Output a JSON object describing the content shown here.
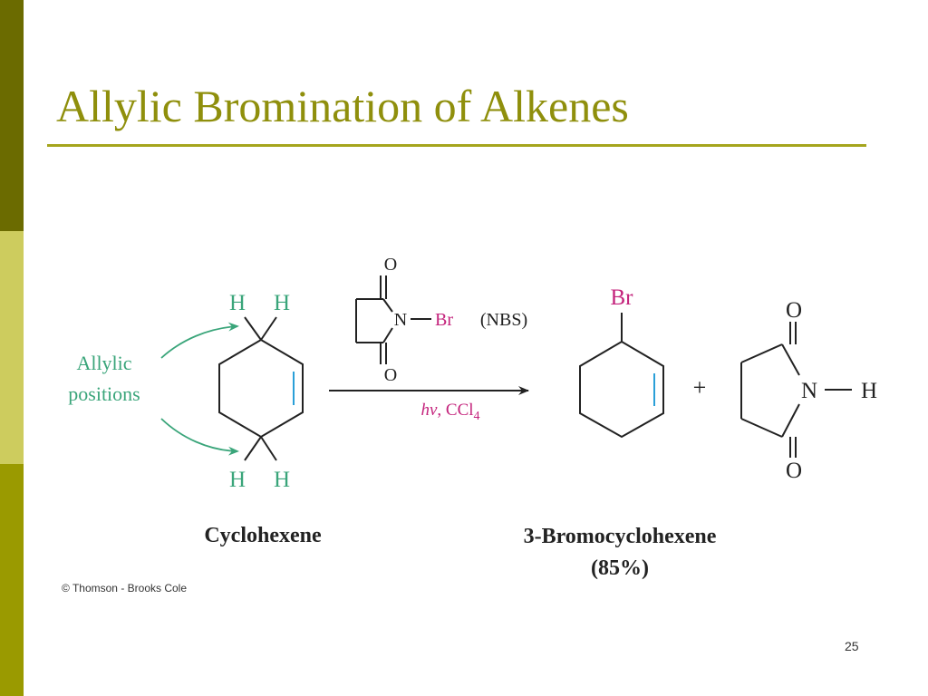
{
  "slide": {
    "title": "Allylic Bromination of Alkenes",
    "number": "25"
  },
  "diagram": {
    "reactant": {
      "name": "Cyclohexene",
      "h_atom": "H",
      "annotation_line1": "Allylic",
      "annotation_line2": "positions"
    },
    "reagent": {
      "oxygen": "O",
      "nitrogen": "N",
      "bromine": "Br",
      "label": "(NBS)"
    },
    "conditions": {
      "h": "h",
      "nu": "ν",
      "sep": ", ",
      "solvent": "CCl",
      "subscript": "4"
    },
    "product": {
      "name": "3-Bromocyclohexene",
      "yield": "(85%)",
      "bromine": "Br"
    },
    "plus": "+",
    "byproduct": {
      "oxygen": "O",
      "nitrogen": "N",
      "hydrogen": "H"
    },
    "copyright": "© Thomson - Brooks Cole"
  },
  "colors": {
    "title": "#8f8f0c",
    "accent_green": "#3aa57a",
    "bromine_magenta": "#c4237c",
    "double_bond_blue": "#2a9fd8",
    "sidebar_dark": "#6b6b00",
    "sidebar_light": "#cdcc5e",
    "sidebar_mid": "#9a9a00"
  }
}
